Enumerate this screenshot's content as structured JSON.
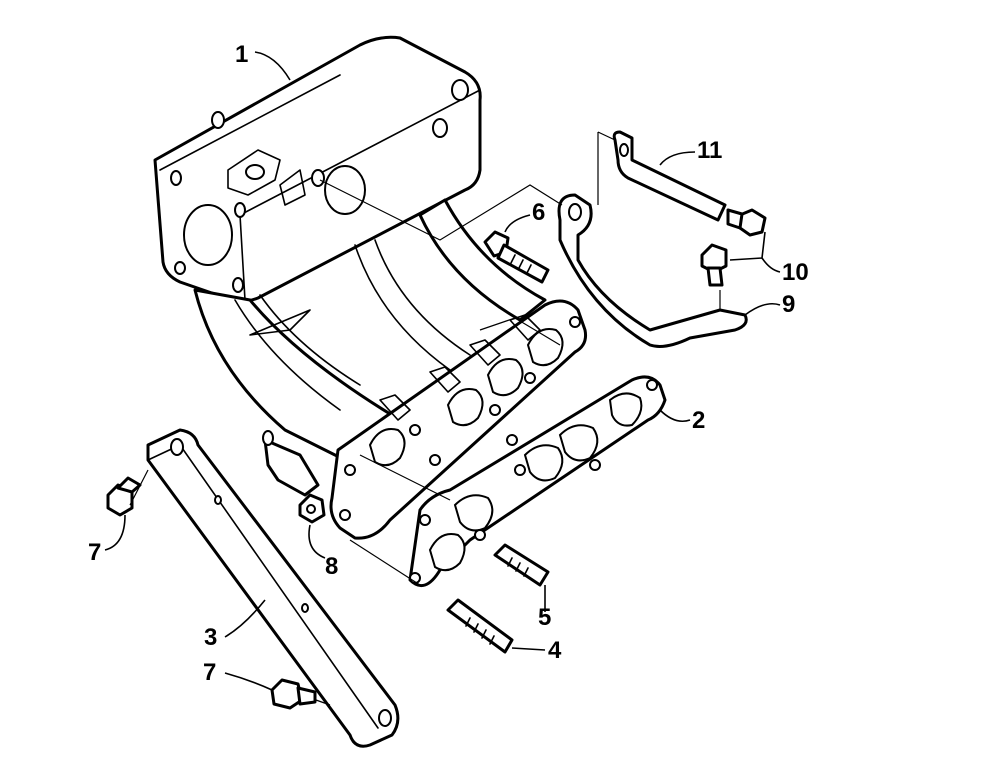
{
  "callouts": {
    "c1": "1",
    "c2": "2",
    "c3": "3",
    "c4": "4",
    "c5": "5",
    "c6": "6",
    "c7a": "7",
    "c7b": "7",
    "c8": "8",
    "c9": "9",
    "c10": "10",
    "c11": "11"
  },
  "colors": {
    "line": "#000000",
    "background": "#ffffff"
  }
}
